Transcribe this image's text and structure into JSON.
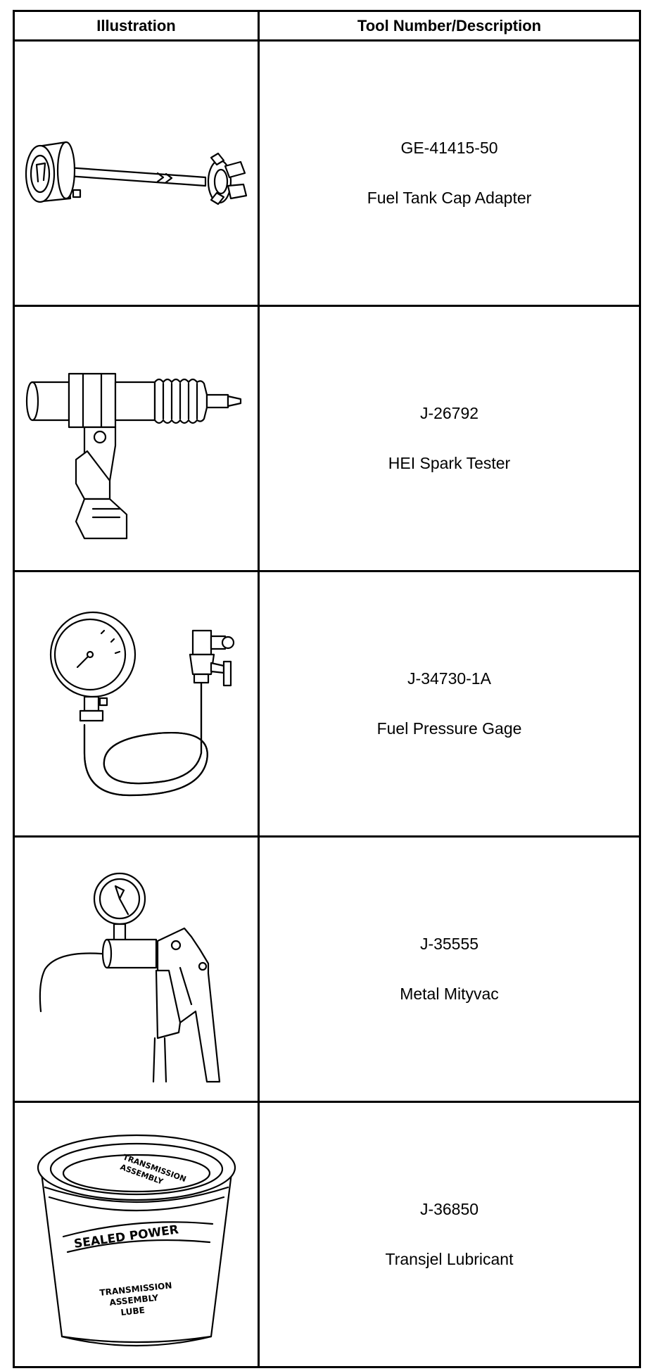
{
  "table": {
    "headers": {
      "illustration": "Illustration",
      "description": "Tool Number/Description"
    },
    "rows": [
      {
        "number": "GE-41415-50",
        "description": "Fuel Tank Cap Adapter",
        "icon": "fuel-tank-cap-adapter-icon"
      },
      {
        "number": "J-26792",
        "description": "HEI Spark Tester",
        "icon": "spark-tester-icon"
      },
      {
        "number": "J-34730-1A",
        "description": "Fuel Pressure Gage",
        "icon": "fuel-pressure-gage-icon"
      },
      {
        "number": "J-35555",
        "description": "Metal Mityvac",
        "icon": "mityvac-pump-icon"
      },
      {
        "number": "J-36850",
        "description": "Transjel Lubricant",
        "icon": "lubricant-tub-icon"
      }
    ],
    "tub_label": {
      "brand": "SEALED POWER",
      "product_line1": "TRANSMISSION",
      "product_line2": "ASSEMBLY",
      "product_line3": "LUBE"
    }
  }
}
